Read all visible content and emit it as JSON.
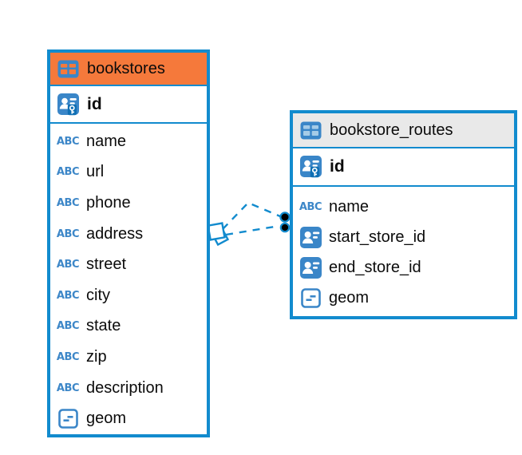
{
  "diagram": {
    "kind": "entity-relationship-diagram",
    "background": "#ffffff"
  },
  "colors": {
    "table_border_blue": "#128bce",
    "icon_blue": "#3a86c8",
    "bookstores_header_orange": "#f5793b",
    "bookstore_routes_header_gray": "#e9e9e9",
    "text": "#0b0b0b",
    "connector_dot_fill": "#000000"
  },
  "tables": [
    {
      "name": "bookstores",
      "header_color": "#f5793b",
      "header_icon": "table-icon",
      "primary_key": {
        "name": "id",
        "icon": "primary-key-icon"
      },
      "columns": [
        {
          "name": "name",
          "icon": "text-column-icon"
        },
        {
          "name": "url",
          "icon": "text-column-icon"
        },
        {
          "name": "phone",
          "icon": "text-column-icon"
        },
        {
          "name": "address",
          "icon": "text-column-icon"
        },
        {
          "name": "street",
          "icon": "text-column-icon"
        },
        {
          "name": "city",
          "icon": "text-column-icon"
        },
        {
          "name": "state",
          "icon": "text-column-icon"
        },
        {
          "name": "zip",
          "icon": "text-column-icon"
        },
        {
          "name": "description",
          "icon": "text-column-icon"
        },
        {
          "name": "geom",
          "icon": "object-column-icon"
        }
      ]
    },
    {
      "name": "bookstore_routes",
      "header_color": "#e9e9e9",
      "header_icon": "table-icon",
      "primary_key": {
        "name": "id",
        "icon": "primary-key-icon"
      },
      "columns": [
        {
          "name": "name",
          "icon": "text-column-icon"
        },
        {
          "name": "start_store_id",
          "icon": "foreign-key-icon"
        },
        {
          "name": "end_store_id",
          "icon": "foreign-key-icon"
        },
        {
          "name": "geom",
          "icon": "object-column-icon"
        }
      ]
    }
  ],
  "relationship": {
    "from_table": "bookstores",
    "to_table": "bookstore_routes",
    "line_style": "dashed",
    "line_count": 2,
    "from_end_marker": "diamond",
    "to_end_marker": "two-dots"
  }
}
